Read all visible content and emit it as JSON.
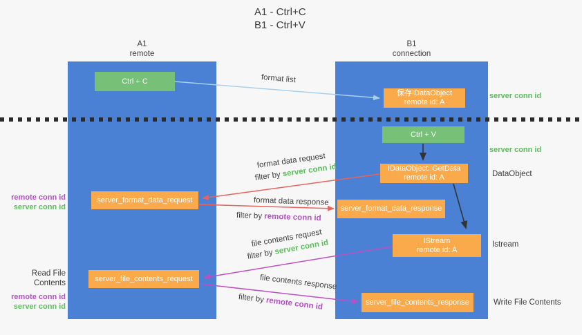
{
  "title": {
    "line1": "A1 - Ctrl+C",
    "line2": "B1 - Ctrl+V"
  },
  "lifelines": {
    "a1": {
      "name": "A1",
      "role": "remote"
    },
    "b1": {
      "name": "B1",
      "role": "connection"
    }
  },
  "nodes": {
    "ctrl_c": {
      "label": "Ctrl + C"
    },
    "ctrl_v": {
      "label": "Ctrl + V"
    },
    "save_dataobject": {
      "line1": "保存IDataObject",
      "line2": "remote id: A"
    },
    "getdata": {
      "line1": "IDataObject::GetData",
      "line2": "remote id: A"
    },
    "istream": {
      "line1": "IStream",
      "line2": "remote id: A"
    },
    "server_format_data_request": {
      "label": "server_format_data_request"
    },
    "server_format_data_response": {
      "label": "server_format_data_response"
    },
    "server_file_contents_request": {
      "label": "server_file_contents_request"
    },
    "server_file_contents_response": {
      "label": "server_file_contents_response"
    }
  },
  "arrow_labels": {
    "format_list": "format list",
    "format_data_request": "format data request",
    "format_data_response": "format data response",
    "file_contents_request": "file contents request",
    "file_contents_response": "file contents response",
    "filter_by": "filter by ",
    "server_conn_id": "server conn id",
    "remote_conn_id": "remote conn id"
  },
  "side_labels": {
    "server_conn_id": "server conn id",
    "remote_conn_id": "remote conn id",
    "dataobject": "DataObject",
    "istream": "Istream",
    "read_file_contents": "Read File Contents",
    "write_file_contents": "Write File Contents"
  },
  "colors": {
    "lifeline_blue": "#4A81D5",
    "node_green": "#77C077",
    "node_orange": "#FAAA4A",
    "arrow_blue": "#A8CFEF",
    "arrow_red": "#E9625C",
    "arrow_magenta": "#BE4FC2",
    "arrow_black": "#333333",
    "text_green": "#5CBE5C",
    "text_purple": "#B44FC6",
    "background": "#F7F7F7"
  }
}
